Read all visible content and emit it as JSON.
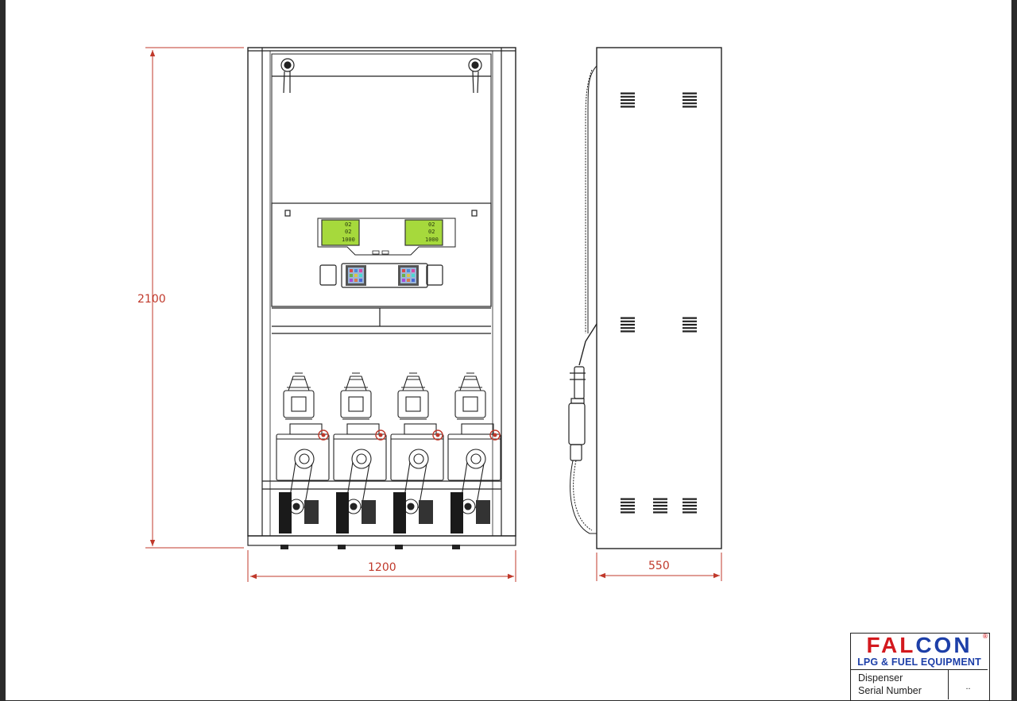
{
  "drawing": {
    "front_width_label": "1200",
    "front_height_label": "2100",
    "side_depth_label": "550",
    "dimension_color": "#c0392b",
    "lcd_color": "#a6d93c",
    "display_left": [
      "02",
      "02",
      "1000"
    ],
    "display_right": [
      "02",
      "02",
      "1000"
    ]
  },
  "title_block": {
    "brand_red": "FAL",
    "brand_blue": "CON",
    "reg_mark": "®",
    "subtitle": "LPG & FUEL EQUIPMENT",
    "row_label_1": "Dispenser",
    "row_label_2": "Serial Number",
    "serial_value": "..",
    "brand_colors": {
      "red": "#d3191e",
      "blue": "#1d3fa8"
    }
  }
}
